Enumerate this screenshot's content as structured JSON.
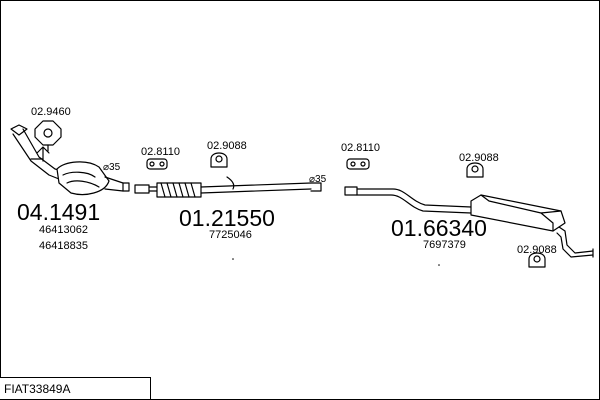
{
  "diagram": {
    "assembly_code": "FIAT33849A",
    "parts": [
      {
        "number": "04.1491",
        "oem": [
          "46413062",
          "46418835"
        ]
      },
      {
        "number": "01.21550",
        "oem": [
          "7725046"
        ]
      },
      {
        "number": "01.66340",
        "oem": [
          "7697379"
        ]
      }
    ],
    "fittings": [
      {
        "number": "02.9460"
      },
      {
        "number": "02.8110"
      },
      {
        "number": "02.9088"
      },
      {
        "number": "02.8110"
      },
      {
        "number": "02.9088"
      },
      {
        "number": "02.9088"
      }
    ],
    "diameters": [
      "⌀35",
      "⌀35"
    ]
  }
}
